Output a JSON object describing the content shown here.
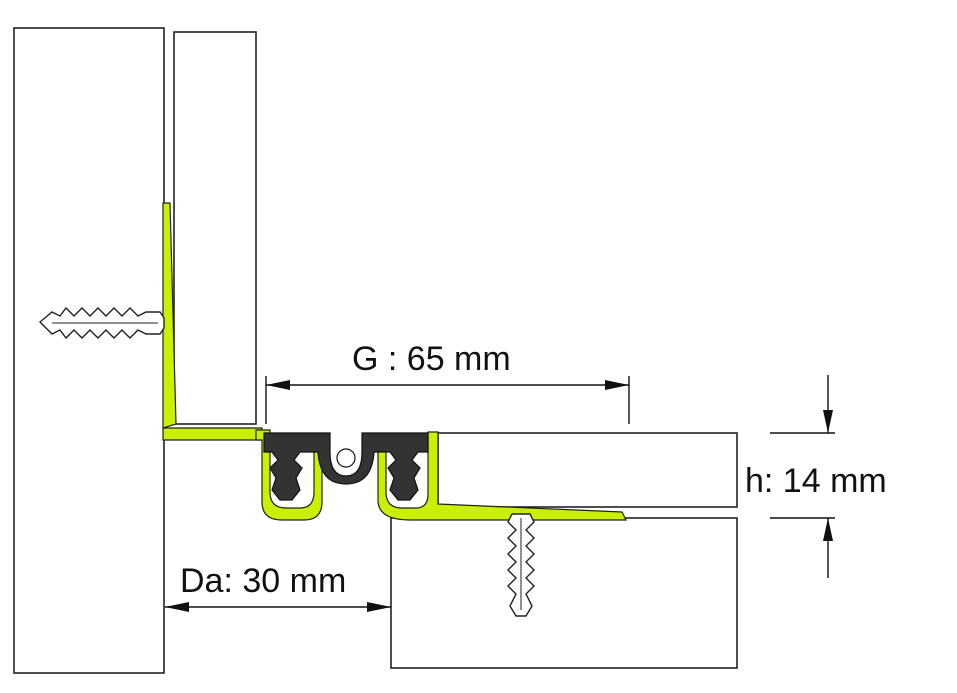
{
  "labels": {
    "gap": "G : 65 mm",
    "height": "h: 14 mm",
    "distance": "Da: 30 mm"
  },
  "colors": {
    "profile_green": "#c8f000",
    "insert_dark": "#333333",
    "hatch": "#666666",
    "line": "#222222"
  },
  "parts": [
    "concrete-wall",
    "wall-plaster",
    "floor-slab",
    "floor-screed",
    "aluminium-profile",
    "rubber-insert",
    "wall-anchor",
    "floor-anchor"
  ]
}
